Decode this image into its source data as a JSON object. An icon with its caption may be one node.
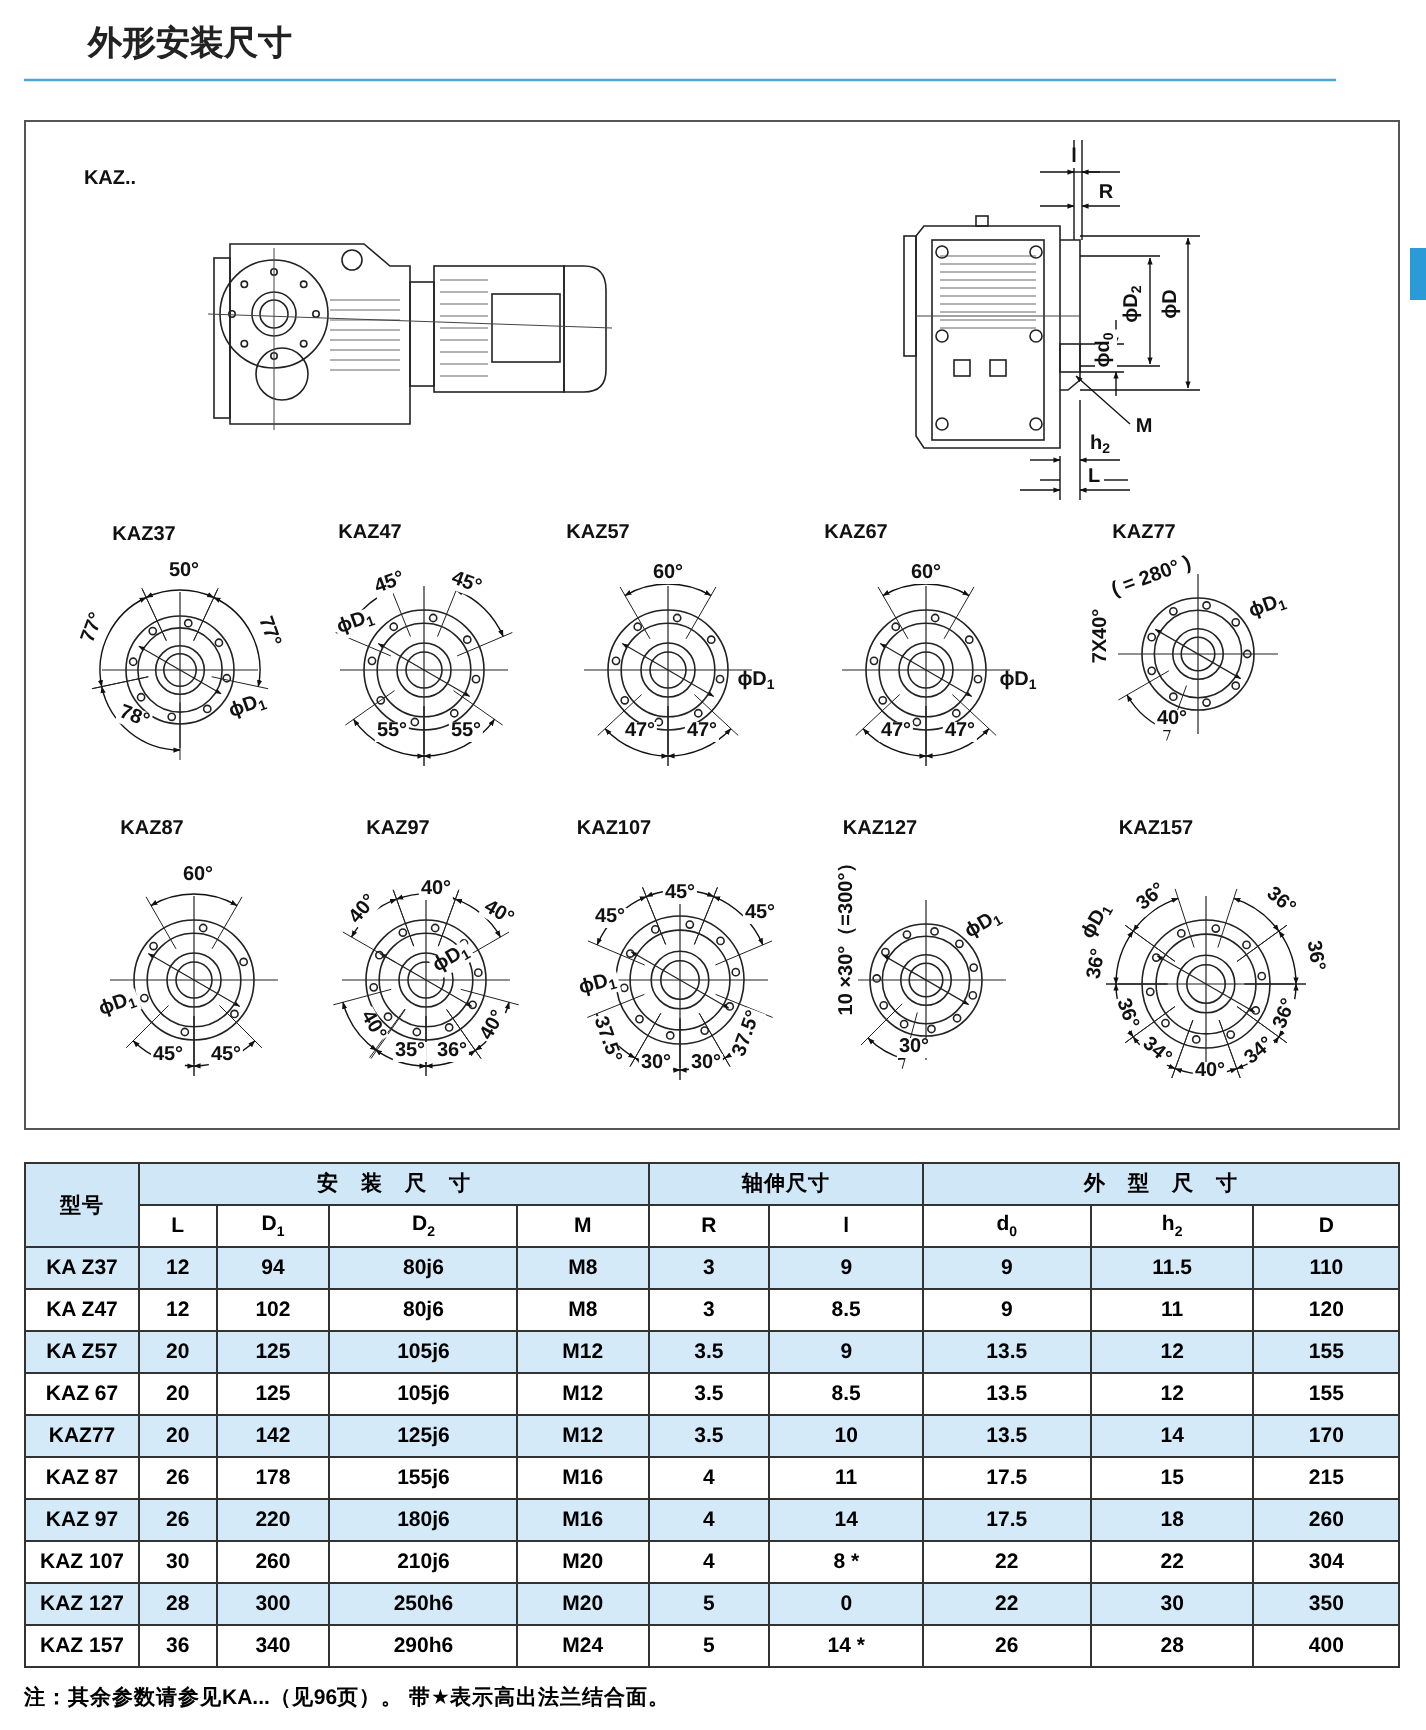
{
  "diagram": {
    "title": "外形安装尺寸",
    "caption": "注：其余参数请参见KA...（见96页）。 带★表示高出法兰结合面。",
    "labels": [
      "KAZ..",
      "l",
      "R",
      "ϕD$_{2}$",
      "ϕD",
      "ϕd$_{0}$",
      "M",
      "h$_{2}$",
      "L",
      "KAZ37",
      "50°",
      "77°",
      "77°",
      "78°",
      "ϕD$_{1}$",
      "KAZ47",
      "45°",
      "45°",
      "ϕD$_{1}$",
      "55°",
      "55°",
      "KAZ57",
      "60°",
      "ϕD$_{1}$",
      "47°",
      "47°",
      "KAZ67",
      "60°",
      "ϕD$_{1}$",
      "47°",
      "47°",
      "KAZ77",
      "7X40°",
      "( = 280° )",
      "ϕD$_{1}$",
      "40°",
      "KAZ87",
      "60°",
      "ϕD$_{1}$",
      "45°",
      "45°",
      "KAZ97",
      "40°",
      "40°",
      "40°",
      "ϕD$_{1}$",
      "40°",
      "35°",
      "36°",
      "40°",
      "KAZ107",
      "45°",
      "45°",
      "45°",
      "ϕD$_{1}$",
      "37.5°",
      "30°",
      "30°",
      "37.5°",
      "KAZ127",
      "10 ×30°（=300°）",
      "ϕD$_{1}$",
      "30°",
      "KAZ157",
      "ϕD$_{1}$",
      "36°",
      "36°",
      "36°",
      "36°",
      "36°",
      "36°",
      "34°",
      "40°",
      "34°",
      "型号",
      "安　装　尺　寸",
      "轴伸尺寸",
      "外　型　尺　寸",
      "L",
      "D$_{1}$",
      "D$_{2}$",
      "M",
      "R",
      "l",
      "d$_{0}$",
      "h$_{2}$",
      "D",
      "KA Z37",
      "12",
      "94",
      "80j6",
      "M8",
      "3",
      "9",
      "9",
      "11.5",
      "110",
      "KA Z47",
      "12",
      "102",
      "80j6",
      "M8",
      "3",
      "8.5",
      "9",
      "11",
      "120",
      "KA Z57",
      "20",
      "125",
      "105j6",
      "M12",
      "3.5",
      "9",
      "13.5",
      "12",
      "155",
      "KAZ 67",
      "20",
      "125",
      "105j6",
      "M12",
      "3.5",
      "8.5",
      "13.5",
      "12",
      "155",
      "KAZ77",
      "20",
      "142",
      "125j6",
      "M12",
      "3.5",
      "10",
      "13.5",
      "14",
      "170",
      "KAZ 87",
      "26",
      "178",
      "155j6",
      "M16",
      "4",
      "11",
      "17.5",
      "15",
      "215",
      "KAZ 97",
      "26",
      "220",
      "180j6",
      "M16",
      "4",
      "14",
      "17.5",
      "18",
      "260",
      "KAZ 107",
      "30",
      "260",
      "210j6",
      "M20",
      "4",
      "8 *",
      "22",
      "22",
      "304",
      "KAZ 127",
      "28",
      "300",
      "250h6",
      "M20",
      "5",
      "0",
      "22",
      "30",
      "350",
      "KAZ 157",
      "36",
      "340",
      "290h6",
      "M24",
      "5",
      "14 *",
      "26",
      "28",
      "400"
    ]
  }
}
